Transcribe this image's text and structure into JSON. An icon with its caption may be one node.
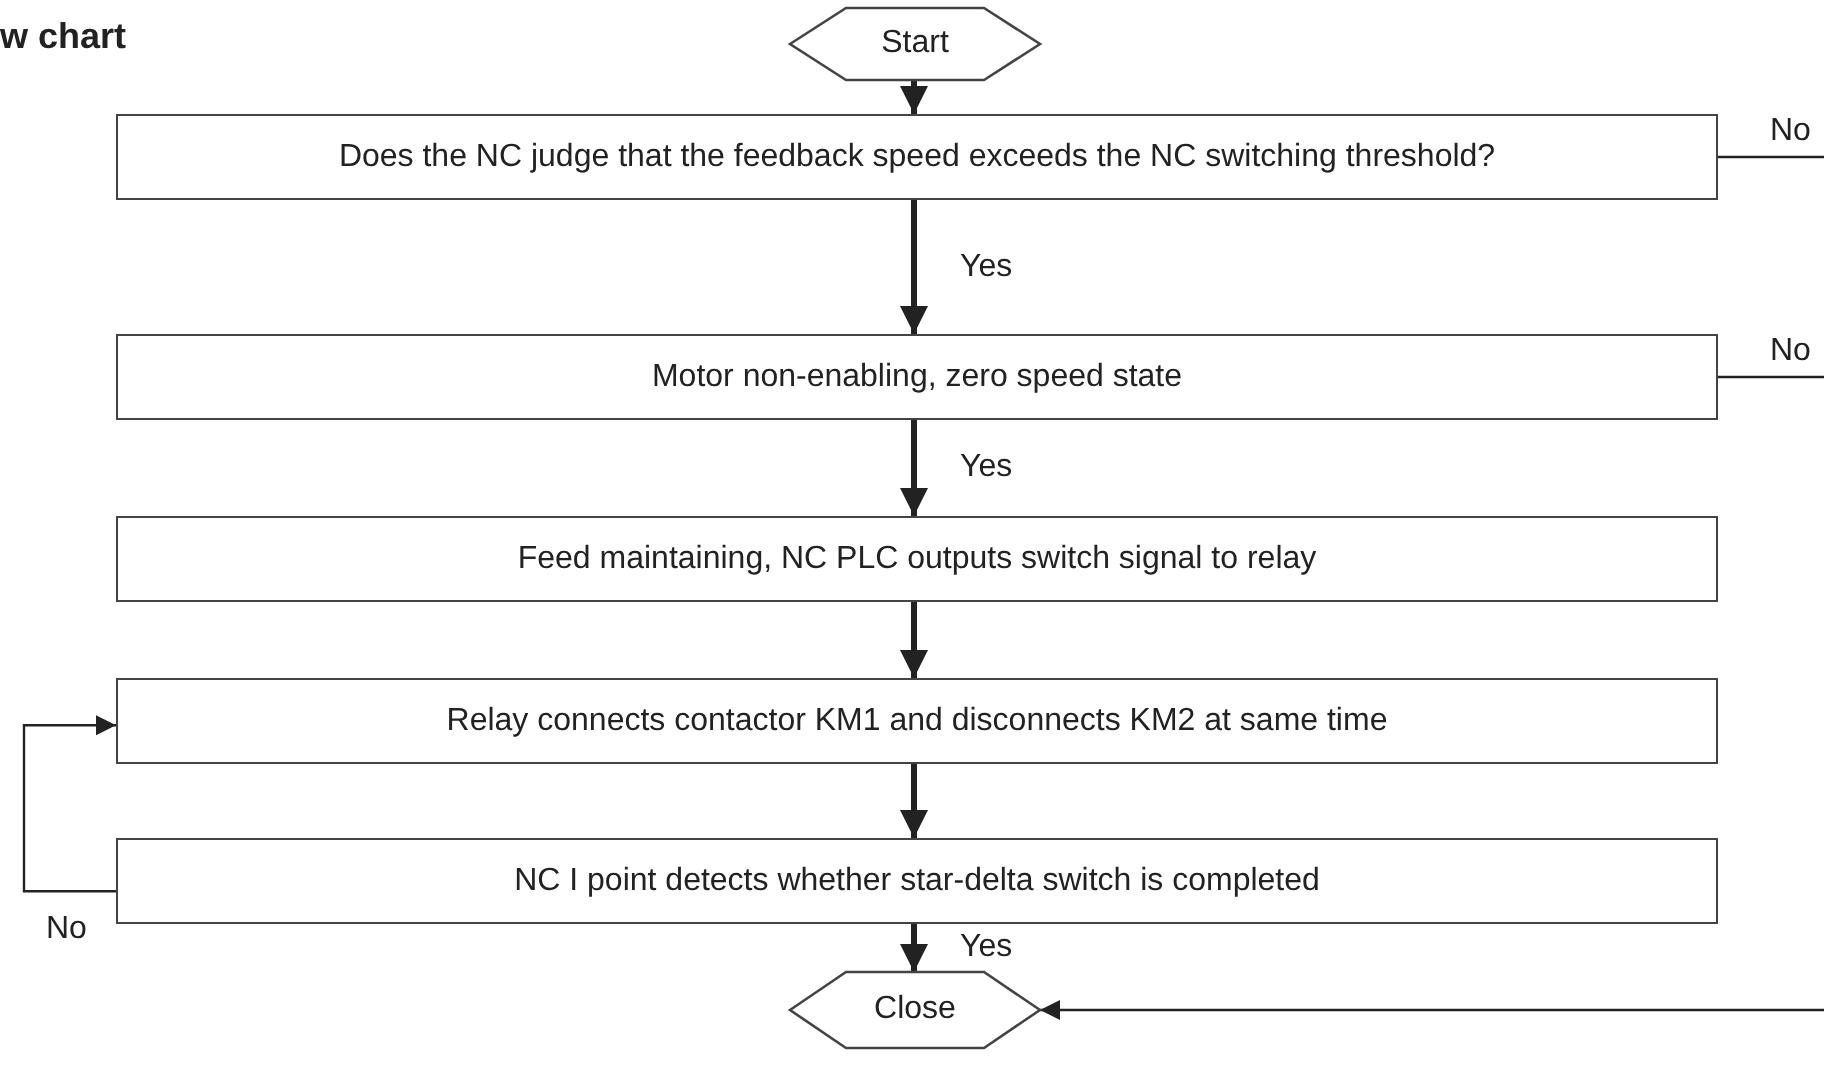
{
  "diagram": {
    "title": "w chart",
    "nodes": [
      {
        "text": [
          "Start"
        ]
      },
      {
        "text": [
          "Does the NC judge that the feedback speed exceeds the NC switching threshold?"
        ]
      },
      {
        "text": [
          "Motor non-enabling, zero speed state"
        ]
      },
      {
        "text": [
          "Feed maintaining, NC PLC outputs switch signal to relay"
        ]
      },
      {
        "text": [
          "Relay connects contactor KM1 and disconnects KM2 at same time"
        ]
      },
      {
        "text": [
          "NC I point detects whether star-delta switch is completed"
        ]
      },
      {
        "text": [
          "Close"
        ]
      }
    ],
    "edges": [
      {
        "from": 0,
        "to": 1,
        "arrow": "to"
      },
      {
        "from": 1,
        "to": 2,
        "arrow": "to",
        "label": "Yes"
      },
      {
        "from": 2,
        "to": 3,
        "arrow": "to",
        "label": "Yes"
      },
      {
        "from": 3,
        "to": 4,
        "arrow": "to"
      },
      {
        "from": 4,
        "to": 5,
        "arrow": "to"
      },
      {
        "from": 5,
        "to": 4,
        "arrow": "to",
        "label": "No"
      },
      {
        "from": 5,
        "to": 6,
        "arrow": "to",
        "label": "Yes"
      },
      {
        "from": 1,
        "to": null,
        "arrow": "none",
        "label": "No"
      },
      {
        "from": 2,
        "to": null,
        "arrow": "none",
        "label": "No"
      },
      {
        "from": null,
        "to": 6,
        "arrow": "to"
      }
    ]
  }
}
